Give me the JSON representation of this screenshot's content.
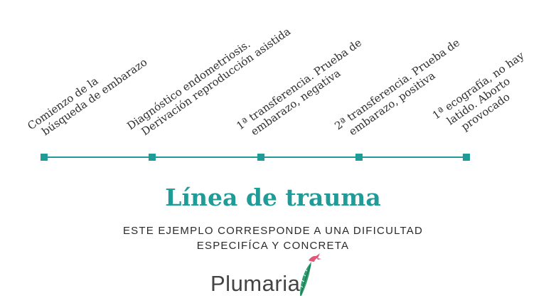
{
  "timeline": {
    "line_color": "#1f9b98",
    "events": [
      {
        "lines": [
          "Comienzo de la",
          "búsqueda de embarazo"
        ]
      },
      {
        "lines": [
          "Diagnóstico endometriosis.",
          "Derivación reproducción asistida"
        ]
      },
      {
        "lines": [
          "1ª transferencia. Prueba de",
          "embarazo, negativa"
        ]
      },
      {
        "lines": [
          "2ª transferencia. Prueba de",
          "embarazo, positiva"
        ]
      },
      {
        "lines": [
          "1ª ecografía, no hay",
          "latido. Aborto",
          "provocado"
        ]
      }
    ]
  },
  "title": "Línea de trauma",
  "subtitle": {
    "line1": "ESTE EJEMPLO CORRESPONDE A UNA DIFICULTAD",
    "line2": "ESPECIFÍCA Y CONCRETA"
  },
  "logo": {
    "text": "Plumaria",
    "feather_color": "#2e9e6e",
    "bird_color": "#e0577a"
  }
}
